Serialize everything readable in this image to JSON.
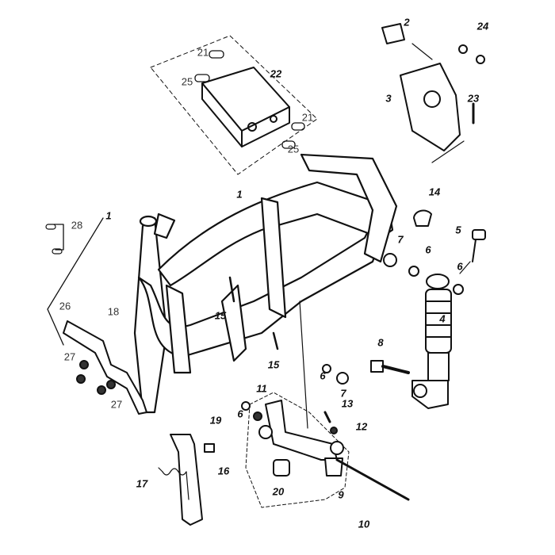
{
  "diagram": {
    "title": "Frame body parts exploded view",
    "labels": [
      "2",
      "24",
      "3",
      "23",
      "21",
      "25",
      "22",
      "21",
      "25",
      "1",
      "14",
      "5",
      "28",
      "1",
      "7",
      "6",
      "6",
      "4",
      "26",
      "18",
      "15",
      "15",
      "8",
      "6",
      "7",
      "27",
      "27",
      "11",
      "13",
      "12",
      "19",
      "6",
      "16",
      "17",
      "20",
      "9",
      "10"
    ]
  }
}
